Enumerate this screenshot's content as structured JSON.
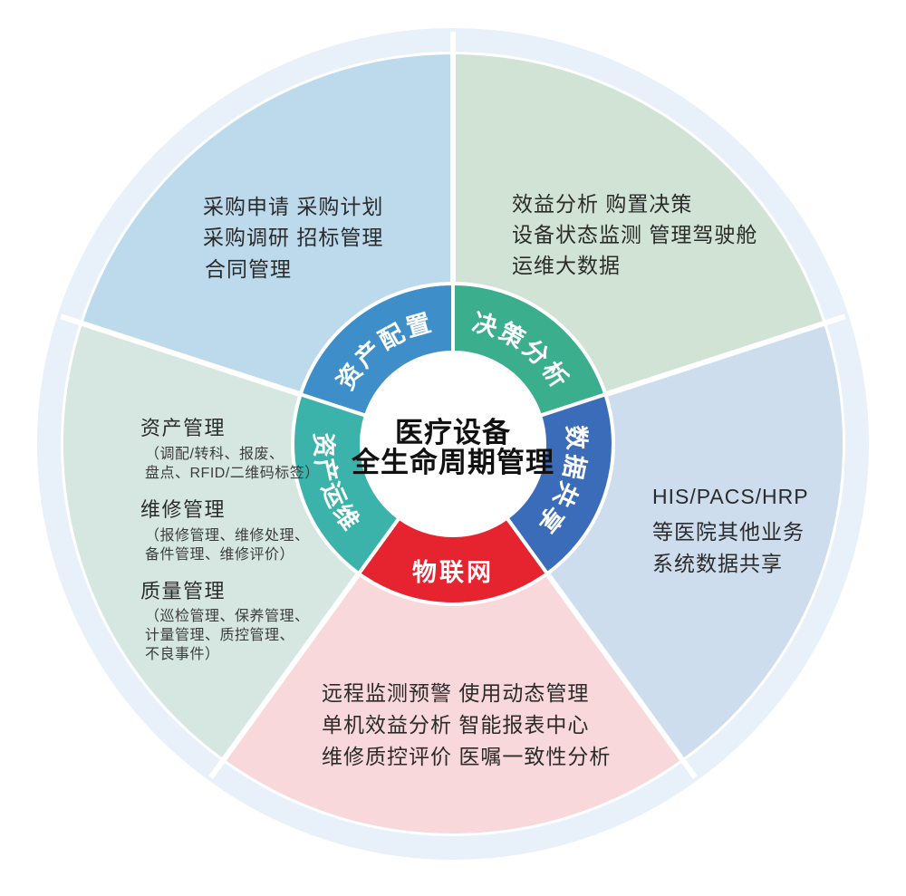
{
  "diagram_title": "医疗设备全生命周期管理",
  "center": {
    "title_line1": "医疗设备",
    "title_line2": "全生命周期管理",
    "bg_color": "#ffffff",
    "text_color": "#111111"
  },
  "halo_color": "#e8f0f9",
  "ring": {
    "segments": [
      {
        "id": "asset-allocation",
        "label": "资产配置",
        "color": "#3e8fc9"
      },
      {
        "id": "decision-analysis",
        "label": "决策分析",
        "color": "#3bae8e"
      },
      {
        "id": "data-sharing",
        "label": "数据共享",
        "color": "#3a6cba"
      },
      {
        "id": "iot",
        "label": "物联网",
        "color": "#e52430"
      },
      {
        "id": "asset-operations",
        "label": "资产运维",
        "color": "#3cb3aa"
      }
    ]
  },
  "sectors": {
    "procurement": {
      "color": "#bddaec",
      "lines": [
        "采购申请  采购计划",
        "采购调研  招标管理",
        "合同管理"
      ]
    },
    "decision": {
      "color": "#d1e3d5",
      "lines": [
        "效益分析  购置决策",
        "设备状态监测  管理驾驶舱",
        "运维大数据"
      ]
    },
    "data_sharing": {
      "color": "#cedded",
      "lines": [
        "HIS/PACS/HRP",
        "等医院其他业务",
        "系统数据共享"
      ]
    },
    "iot": {
      "color": "#f8d8db",
      "lines": [
        "远程监测预警  使用动态管理",
        "单机效益分析  智能报表中心",
        "维修质控评价  医嘱一致性分析"
      ]
    },
    "operations": {
      "color": "#d6e7e2",
      "group1_title": "资产管理",
      "group1_detail1": "（调配/转科、报废、",
      "group1_detail2": "盘点、RFID/二维码标签）",
      "group2_title": "维修管理",
      "group2_detail1": "（报修管理、维修处理、",
      "group2_detail2": "备件管理、维修评价）",
      "group3_title": "质量管理",
      "group3_detail1": "（巡检管理、保养管理、",
      "group3_detail2": "计量管理、质控管理、",
      "group3_detail3": "不良事件）"
    }
  }
}
